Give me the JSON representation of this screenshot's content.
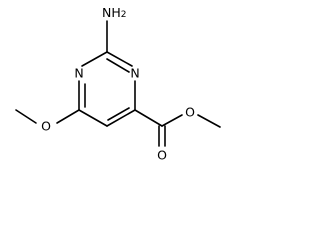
{
  "molecule": {
    "labels": {
      "amino": "NH",
      "amino_sub": "2",
      "ring_n_left": "N",
      "ring_n_right": "N",
      "methoxy_o": "O",
      "carbonyl_o": "O",
      "ester_o": "O"
    },
    "colors": {
      "bond": "#000000",
      "text": "#000000",
      "background": "#ffffff"
    }
  }
}
